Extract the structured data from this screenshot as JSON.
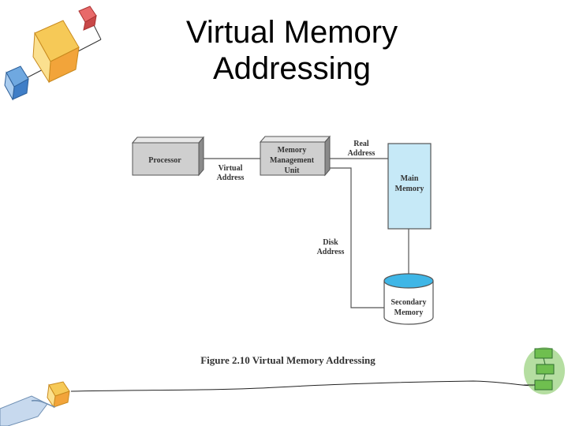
{
  "slide": {
    "title_line1": "Virtual Memory",
    "title_line2": "Addressing"
  },
  "diagram": {
    "processor": "Processor",
    "mmu": [
      "Memory",
      "Management",
      "Unit"
    ],
    "main_memory": [
      "Main",
      "Memory"
    ],
    "secondary_memory": [
      "Secondary",
      "Memory"
    ],
    "virtual_address": [
      "Virtual",
      "Address"
    ],
    "real_address": [
      "Real",
      "Address"
    ],
    "disk_address": [
      "Disk",
      "Address"
    ],
    "caption": "Figure 2.10   Virtual Memory Addressing"
  },
  "colors": {
    "box_fill": "#cfcfcf",
    "box_top": "#e8e8e8",
    "box_side": "#8a8a8a",
    "main_memory_fill": "#c6e9f7",
    "disk_top": "#3fb6e6",
    "disk_fill": "#ffffff"
  },
  "decorations": {
    "top_left": "cubes-on-string-icon",
    "bottom_left": "hand-holding-cube-icon",
    "bottom_right": "green-network-icon"
  }
}
